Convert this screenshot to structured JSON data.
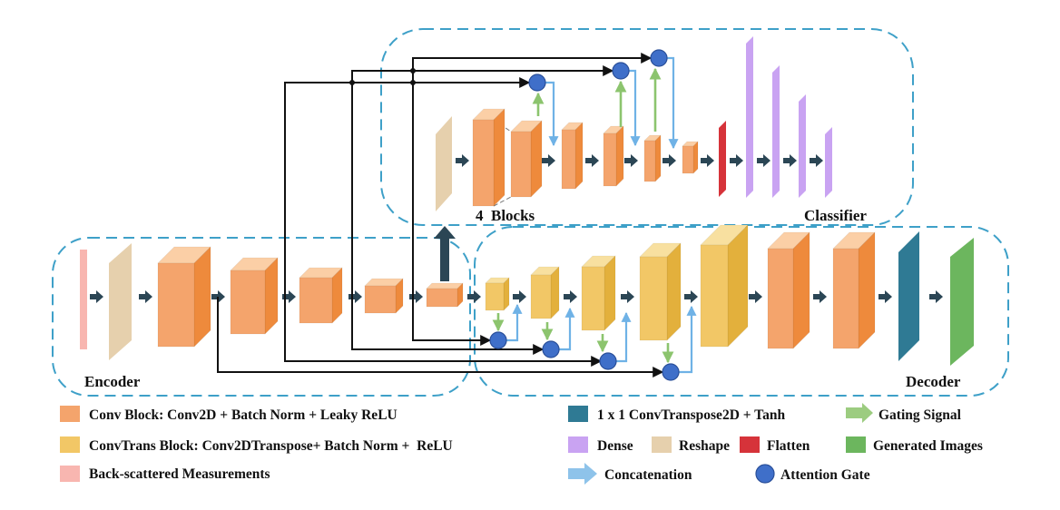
{
  "sections": {
    "encoder": "Encoder",
    "decoder": "Decoder",
    "classifier": "Classifier",
    "blocks_label": "4  Blocks"
  },
  "legend": {
    "conv_block": "Conv Block: Conv2D + Batch Norm + Leaky ReLU",
    "convtrans_block": "ConvTrans Block: Conv2DTranspose+ Batch Norm +  ReLU",
    "backscatter": "Back-scattered Measurements",
    "convtranspose_1x1": "1 x 1 ConvTranspose2D + Tanh",
    "gating": "Gating Signal",
    "dense": "Dense",
    "reshape": "Reshape",
    "flatten": "Flatten",
    "generated": "Generated Images",
    "concatenation": "Concatenation",
    "attention": "Attention Gate"
  },
  "colors": {
    "conv_front": "#f4a46c",
    "conv_side": "#ee8a3c",
    "conv_top": "#fbcfa6",
    "convtrans_front": "#f2c766",
    "convtrans_side": "#e3b03c",
    "convtrans_top": "#f8e0a0",
    "backscatter": "#f8b6b0",
    "reshape": "#e6d0ad",
    "dense": "#c9a3f2",
    "flatten": "#d6333a",
    "convtranspose_1x1": "#2f7a94",
    "generated": "#6cb65e",
    "attention": "#3f6fc9",
    "concat_arrow": "#8ec3ea",
    "gating_arrow": "#9ccc80",
    "dashed_border": "#3ea0c8",
    "flow_arrow": "#2b4655"
  }
}
